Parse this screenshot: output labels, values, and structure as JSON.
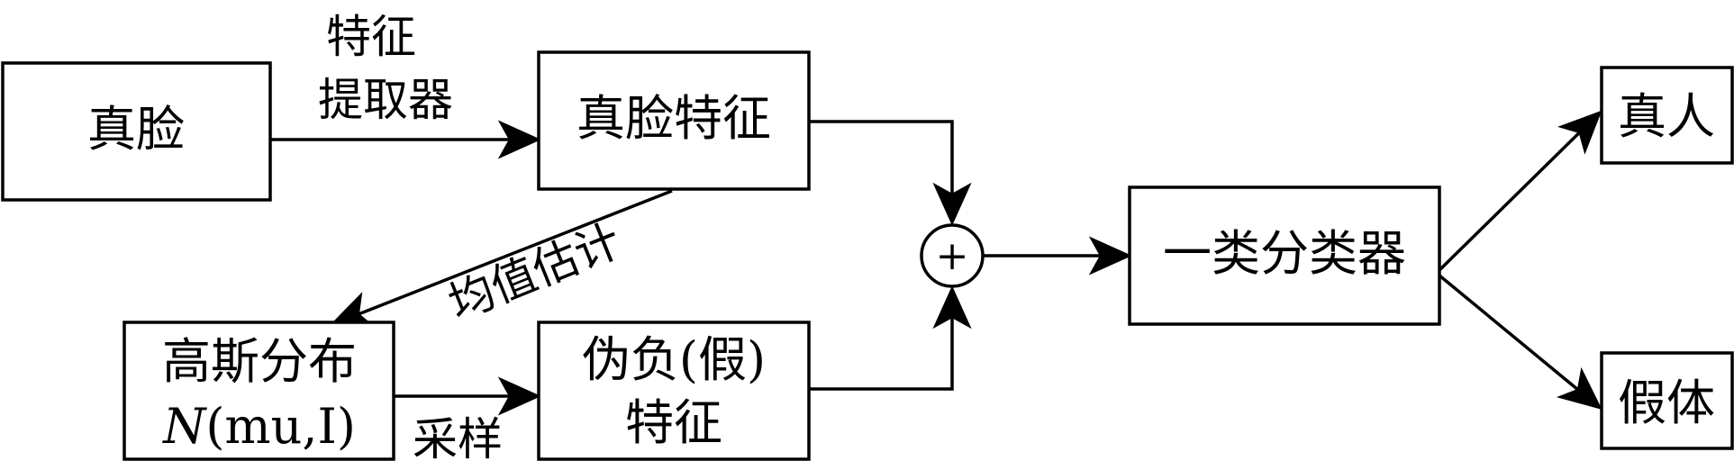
{
  "nodes": {
    "real_face": "真脸",
    "real_face_feature": "真脸特征",
    "gaussian": {
      "line1": "高斯分布",
      "line2_italic": "N",
      "line2_rest": "(mu,I)"
    },
    "pseudo_feature": {
      "line1": "伪负(假)",
      "line2": "特征"
    },
    "sum": "+",
    "one_class": "一类分类器",
    "real_person": "真人",
    "fake_body": "假体"
  },
  "edges": {
    "feature_extractor": {
      "line1": "特征",
      "line2": "提取器"
    },
    "mean_estimation": "均值估计",
    "sampling": "采样"
  },
  "colors": {
    "stroke": "#000000",
    "background": "#ffffff"
  }
}
